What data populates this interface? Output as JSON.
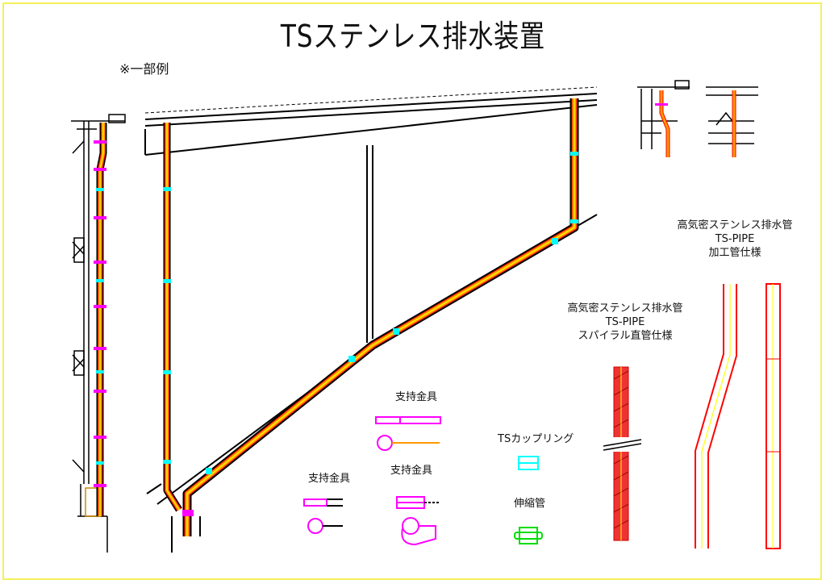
{
  "title": "TSステンレス排水装置",
  "note": "※一部例",
  "labels": {
    "processed_pipe": [
      "高気密ステンレス排水管",
      "TS-PIPE",
      "加工管仕様"
    ],
    "spiral_pipe": [
      "高気密ステンレス排水管",
      "TS-PIPE",
      "スパイラル直管仕様"
    ],
    "support_1": "支持金具",
    "support_2": "支持金具",
    "support_3": "支持金具",
    "coupling": "TSカップリング",
    "expansion": "伸縮管"
  },
  "colors": {
    "pipe_outline": "#ff0000",
    "pipe_fill": "#ff9900",
    "pipe_center": "#ffff00",
    "support": "#ff00ff",
    "coupling": "#00ffff",
    "expansion": "#00dd00",
    "frame": "#f5f05a"
  }
}
